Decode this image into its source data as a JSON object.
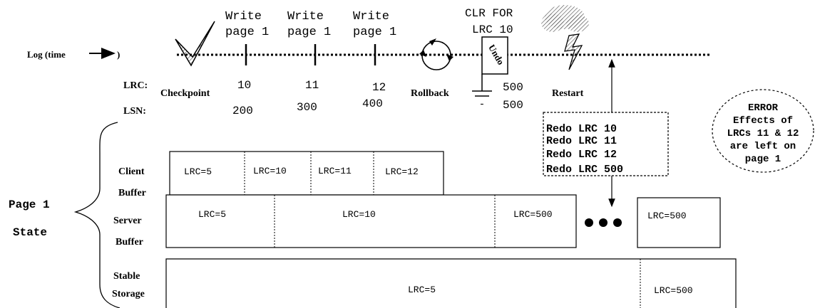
{
  "log": {
    "label": "Log (time",
    "label_suffix": ")"
  },
  "writes": [
    {
      "line1": "Write",
      "line2": "page 1",
      "lrc": "10",
      "lsn": "200"
    },
    {
      "line1": "Write",
      "line2": "page 1",
      "lrc": "11",
      "lsn": "300"
    },
    {
      "line1": "Write",
      "line2": "page 1",
      "lrc": "12",
      "lsn": "400"
    }
  ],
  "rows": {
    "lrc_label": "LRC:",
    "lsn_label": "LSN:"
  },
  "checkpoint": {
    "label": "Checkpoint"
  },
  "rollback": {
    "label": "Rollback"
  },
  "clr": {
    "line1": "CLR FOR",
    "line2": "LRC 10",
    "undo": "Undo",
    "lrc": "500",
    "lsn": "500",
    "ground_minus": "-"
  },
  "restart": {
    "label": "Restart"
  },
  "redo_box": {
    "lines": [
      "Redo LRC 10",
      "Redo LRC 11",
      "Redo LRC 12",
      "Redo LRC 500"
    ]
  },
  "error": {
    "lines": [
      "ERROR",
      "Effects of",
      "LRCs 11 & 12",
      "are left on",
      "page 1"
    ]
  },
  "page_state": {
    "line1": "Page 1",
    "line2": "State"
  },
  "client_buffer": {
    "line1": "Client",
    "line2": "Buffer",
    "cells": [
      "LRC=5",
      "LRC=10",
      "LRC=11",
      "LRC=12"
    ]
  },
  "server_buffer": {
    "line1": "Server",
    "line2": "Buffer",
    "cells": [
      "LRC=5",
      "LRC=10",
      "LRC=500"
    ],
    "after": "LRC=500"
  },
  "stable_storage": {
    "line1": "Stable",
    "line2": "Storage",
    "cells": [
      "LRC=5",
      "LRC=500"
    ]
  }
}
